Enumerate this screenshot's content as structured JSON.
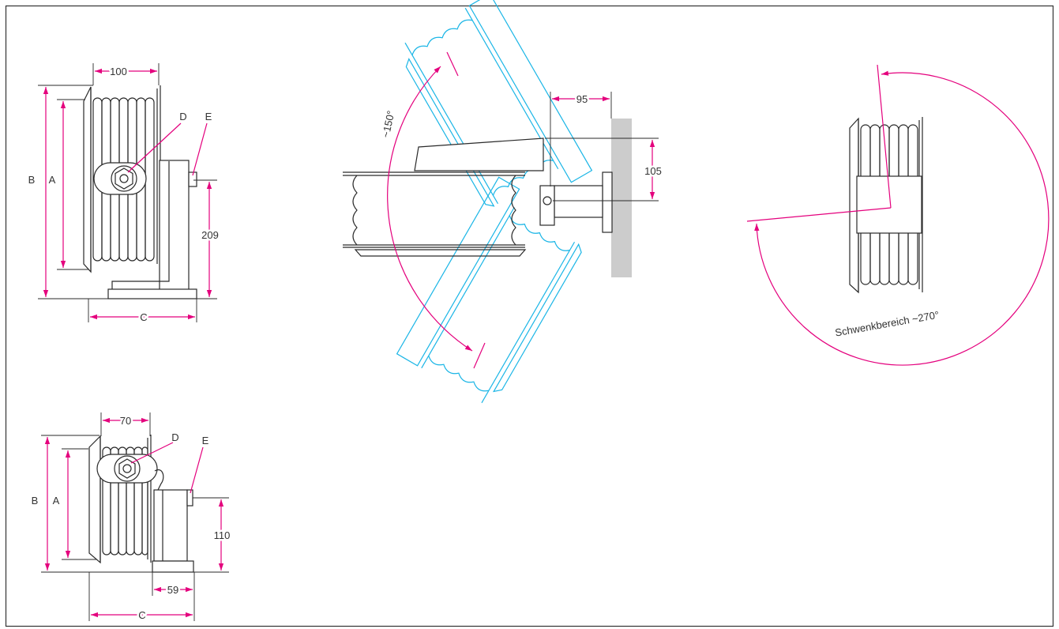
{
  "colors": {
    "dimension": "#e4007d",
    "swivel_ghost": "#19b5e6",
    "outline": "#2a2a2a",
    "wall": "#cccccc"
  },
  "large_reel": {
    "dim_width": "100",
    "dim_b": "B",
    "dim_a": "A",
    "dim_c": "C",
    "dim_height": "209",
    "callout_d": "D",
    "callout_e": "E"
  },
  "small_reel": {
    "dim_width": "70",
    "dim_b": "B",
    "dim_a": "A",
    "dim_c": "C",
    "dim_height": "110",
    "dim_base": "59",
    "callout_d": "D",
    "callout_e": "E"
  },
  "top_view": {
    "angle": "~150°",
    "dim_offset": "95",
    "dim_height": "105"
  },
  "side_view": {
    "swivel_label": "Schwenkbereich ~270°"
  }
}
